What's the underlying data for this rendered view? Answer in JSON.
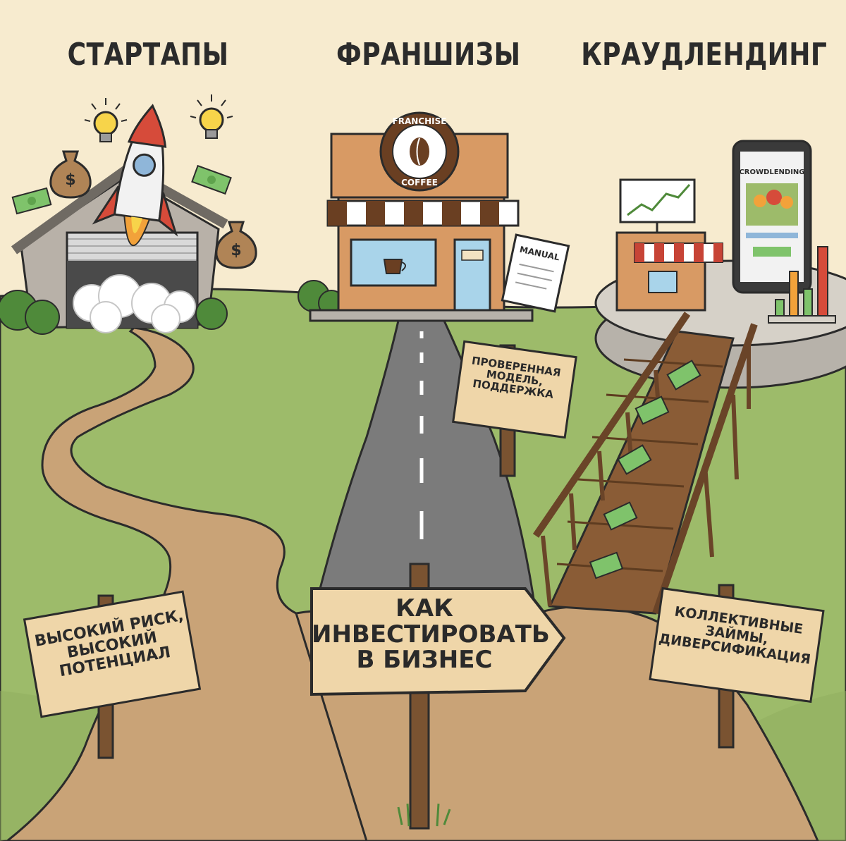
{
  "headings": {
    "startups": "СТАРТАПЫ",
    "franchises": "ФРАНШИЗЫ",
    "crowdlending": "КРАУДЛЕНДИНГ"
  },
  "signs": {
    "startups": [
      "ВЫСОКИЙ РИСК,",
      "ВЫСОКИЙ",
      "ПОТЕНЦИАЛ"
    ],
    "franchises": [
      "ПРОВЕРЕННАЯ",
      "МОДЕЛЬ,",
      "ПОДДЕРЖКА"
    ],
    "crowdlending": [
      "КОЛЛЕКТИВНЫЕ",
      "ЗАЙМЫ,",
      "ДИВЕРСИФИКАЦИЯ"
    ],
    "center": [
      "КАК",
      "ИНВЕСТИРОВАТЬ",
      "В БИЗНЕС"
    ]
  },
  "labels": {
    "franchise_badge_top": "FRANCHISE",
    "franchise_badge_bottom": "COFFEE",
    "manual": "MANUAL",
    "phone_screen": "CROWDLENDING"
  },
  "colors": {
    "sky": "#f7ebcf",
    "grass": "#9dbb6a",
    "path": "#c9a377",
    "road": "#7b7b7b",
    "wood": "#7a5331",
    "sign_board": "#efd6a9",
    "outline": "#2b2b2b"
  },
  "icons": [
    "rocket-icon",
    "lightbulb-icon",
    "money-bag-icon",
    "banknote-icon",
    "coffee-cup-icon",
    "smartphone-icon",
    "bar-chart-icon",
    "line-chart-icon"
  ]
}
